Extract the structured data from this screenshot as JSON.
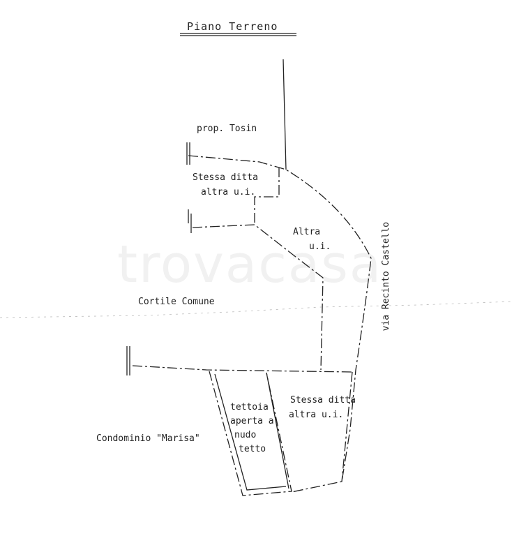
{
  "title": "Piano Terreno",
  "watermark": "trovacasa",
  "labels": {
    "prop_tosin": "prop. Tosin",
    "stessa_ditta_1_l1": "Stessa ditta",
    "stessa_ditta_1_l2": "altra u.i.",
    "altra_l1": "Altra",
    "altra_l2": "u.i.",
    "cortile": "Cortile  Comune",
    "via": "via  Recinto  Castello",
    "stessa_ditta_2_l1": "Stessa ditta",
    "stessa_ditta_2_l2": "altra u.i.",
    "tettoia_l1": "tettoia",
    "tettoia_l2": "aperta a",
    "tettoia_l3": "nudo",
    "tettoia_l4": "tetto",
    "condominio": "Condominio \"Marisa\""
  }
}
